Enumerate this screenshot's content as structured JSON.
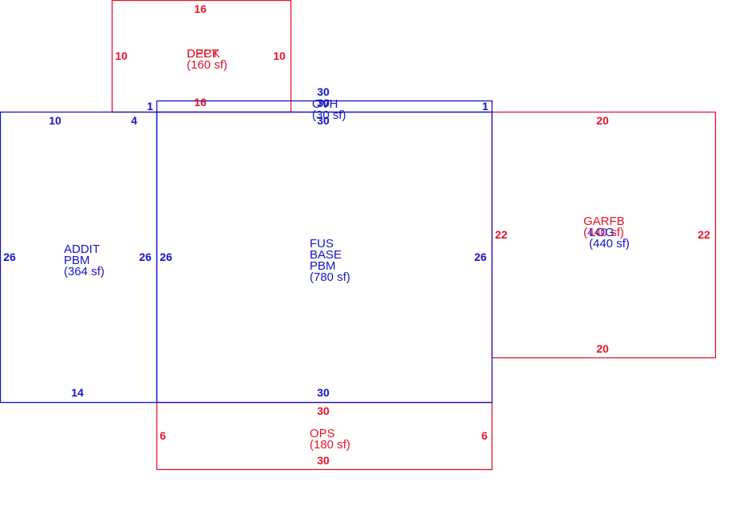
{
  "colors": {
    "red": "#e8132a",
    "blue": "#1414c8"
  },
  "areas": {
    "deck": {
      "line1": "DECK",
      "line2": "(160 sf)",
      "overlap": "DPPT"
    },
    "ovh": {
      "line1": "OVH",
      "line2": "(30 sf)"
    },
    "addit": {
      "line1": "ADDIT",
      "line2": "PBM",
      "line3": "(364 sf)"
    },
    "fus": {
      "line1": "FUS",
      "line2": "BASE",
      "line3": "PBM",
      "line4": "(780 sf)"
    },
    "garfb": {
      "line1": "GARFB",
      "line2": "(440 sf)",
      "overlap": "LOG"
    },
    "log": {
      "line1": "(440 sf)"
    },
    "ops": {
      "line1": "OPS",
      "line2": "(180 sf)"
    }
  },
  "dimensions": {
    "deck": {
      "top": "16",
      "left": "10",
      "right": "10",
      "bottom": "16"
    },
    "ovh": {
      "top": "30",
      "top2": "30",
      "bottom": "30",
      "left": "1",
      "right": "1"
    },
    "addit": {
      "top_a": "10",
      "top_b": "4",
      "left": "26",
      "right": "26",
      "bottom": "14"
    },
    "fus": {
      "left": "26",
      "right": "26",
      "bottom": "30"
    },
    "garfb": {
      "top": "20",
      "left": "22",
      "right": "22",
      "bottom": "20"
    },
    "ops": {
      "top": "30",
      "left": "6",
      "right": "6",
      "bottom": "30"
    }
  }
}
